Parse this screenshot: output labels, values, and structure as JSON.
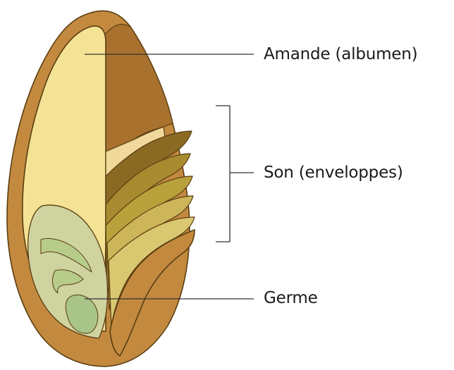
{
  "labels": {
    "endosperm": "Amande (albumen)",
    "bran": "Son (enveloppes)",
    "germ": "Germe"
  },
  "colors": {
    "outer_hull": "#c38a3f",
    "outer_hull_shade": "#a8712d",
    "endosperm": "#f4e394",
    "endosperm_shade": "#f0d99b",
    "bran_layer_dark": "#8a6a23",
    "bran_layer_mid": "#a88a30",
    "bran_layer_olive": "#b9a23c",
    "bran_layer_light": "#cdb65a",
    "bran_layer_pale": "#d9c870",
    "germ_outer": "#cfd3a0",
    "germ_inner": "#b8cc8a",
    "germ_core": "#a9c488",
    "outline": "#5a3d12",
    "leader_line": "#333333"
  }
}
